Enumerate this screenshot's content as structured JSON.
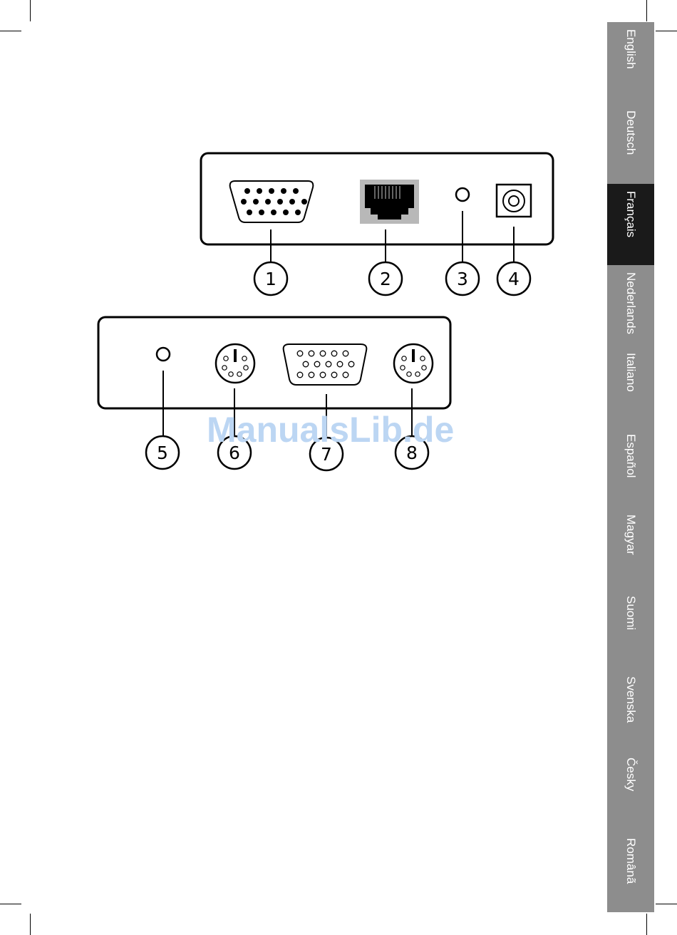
{
  "languages": [
    {
      "label": "English",
      "active": false
    },
    {
      "label": "Deutsch",
      "active": false
    },
    {
      "label": "Français",
      "active": true
    },
    {
      "label": "Nederlands",
      "active": false
    },
    {
      "label": "Italiano",
      "active": false
    },
    {
      "label": "Español",
      "active": false
    },
    {
      "label": "Magyar",
      "active": false
    },
    {
      "label": "Suomi",
      "active": false
    },
    {
      "label": "Svenska",
      "active": false
    },
    {
      "label": "Česky",
      "active": false
    },
    {
      "label": "Românã",
      "active": false
    }
  ],
  "callouts": {
    "c1": "1",
    "c2": "2",
    "c3": "3",
    "c4": "4",
    "c5": "5",
    "c6": "6",
    "c7": "7",
    "c8": "8"
  },
  "watermark": "ManualsLib.de",
  "colors": {
    "tab": "#8d8d8d",
    "tab_active": "#1a1a1a",
    "watermark": "#bcd6f3"
  }
}
